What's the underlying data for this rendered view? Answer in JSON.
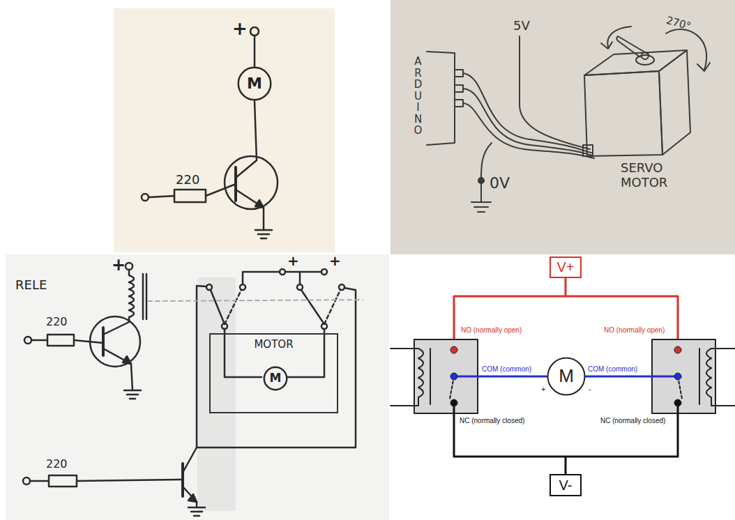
{
  "diagram": {
    "nodes": [
      {
        "text": [
          "M"
        ]
      },
      {
        "text": [
          "MOTOR"
        ]
      },
      {
        "text": [
          "M"
        ],
        "in": 1
      },
      {
        "text": [
          "V+"
        ]
      },
      {
        "text": [
          "M"
        ]
      },
      {
        "text": [
          "V-"
        ]
      }
    ],
    "labels": [
      "+",
      "220",
      "ARDUINO",
      "5V",
      "270°",
      "SERVO MOTOR",
      "0V",
      "+",
      "RELE",
      "220",
      "+",
      "+",
      "220",
      "NO (normally open)",
      "NO (normally open)",
      "COM (common)",
      "+",
      "-",
      "COM (common)",
      "NC (normally closed)",
      "NC (normally closed)"
    ]
  }
}
